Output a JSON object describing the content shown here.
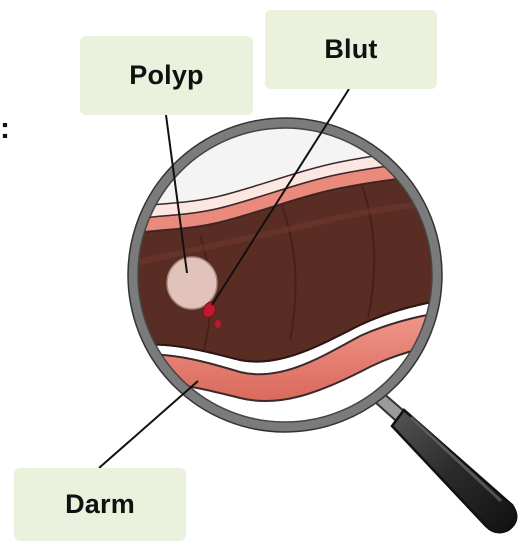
{
  "labels": {
    "polyp": "Polyp",
    "blut": "Blut",
    "darm": "Darm"
  },
  "edge_mark": ":",
  "colors": {
    "label_background": "#eaf1dc",
    "intestine_dark": "#5a2d24",
    "intestine_wall": "#e98a7c",
    "polyp": "#e3c5bd",
    "blood": "#c0182f",
    "lens_rim": "#8d8d8d",
    "handle": "#2c2c2c"
  }
}
